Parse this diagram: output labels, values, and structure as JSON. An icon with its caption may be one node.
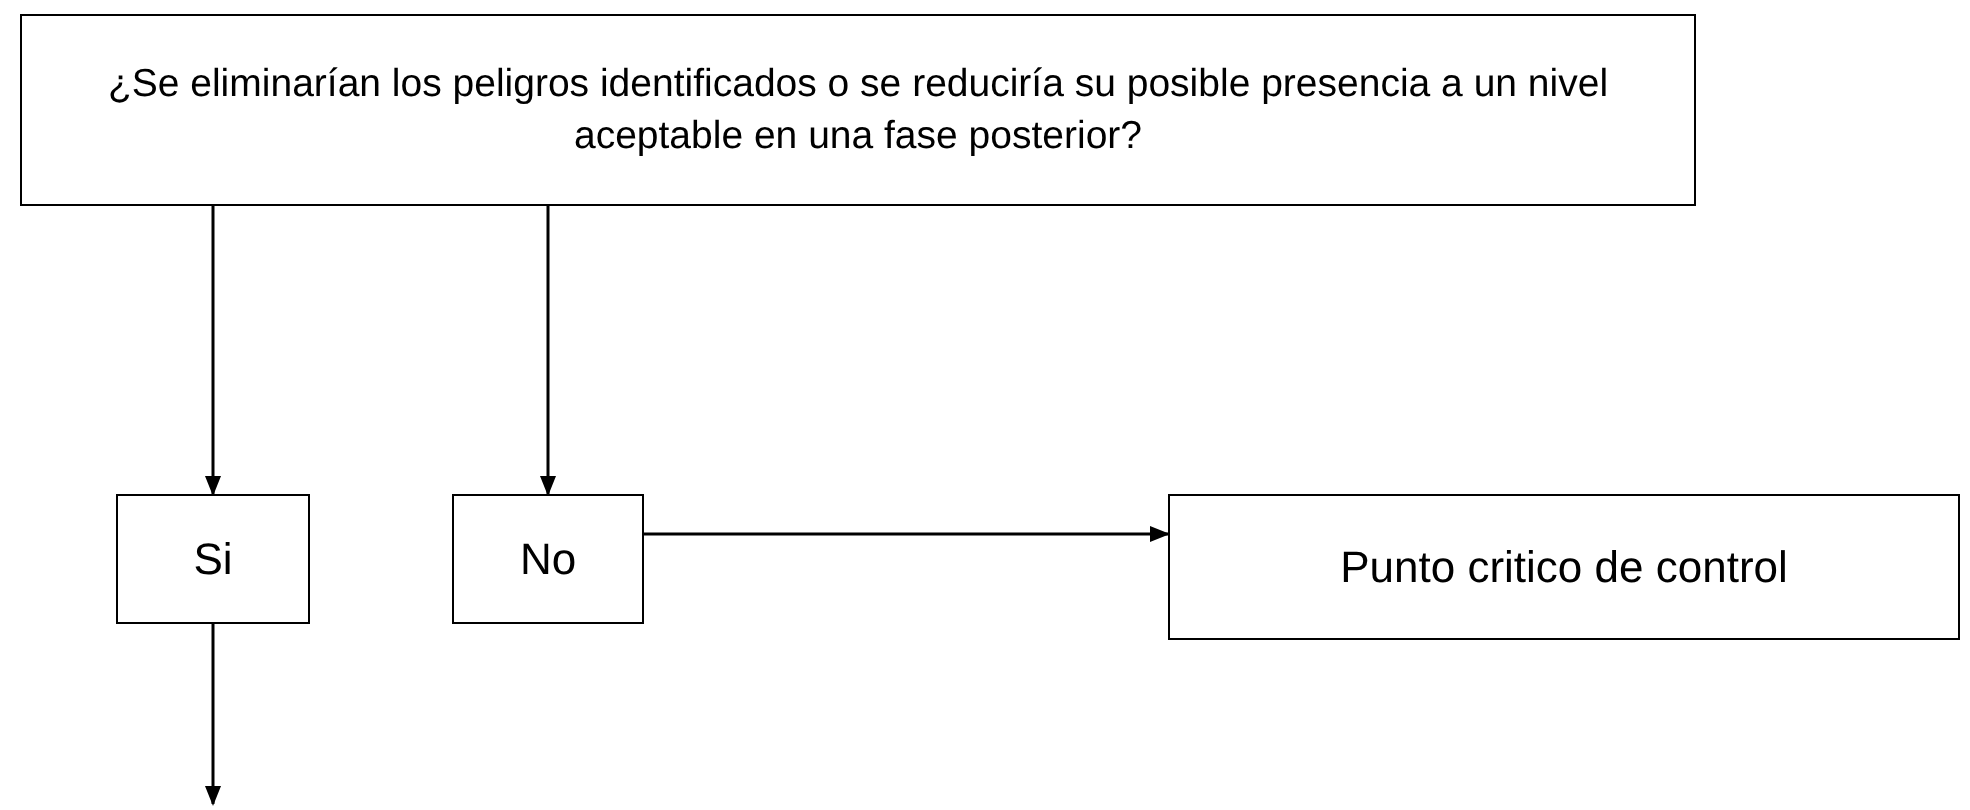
{
  "diagram": {
    "nodes": [
      {
        "text": [
          "¿Se eliminarían los peligros identificados o se reduciría su posible presencia a un nivel aceptable en una fase posterior?"
        ]
      },
      {
        "text": [
          "Si"
        ]
      },
      {
        "text": [
          "No"
        ]
      },
      {
        "text": [
          "Punto critico de control"
        ]
      }
    ],
    "edges": [
      {
        "from": 0,
        "to": 1,
        "arrow": "to"
      },
      {
        "from": 0,
        "to": 2,
        "arrow": "to"
      },
      {
        "from": 2,
        "to": 3,
        "arrow": "to"
      },
      {
        "from": 1,
        "to": null,
        "arrow": "to"
      }
    ]
  }
}
